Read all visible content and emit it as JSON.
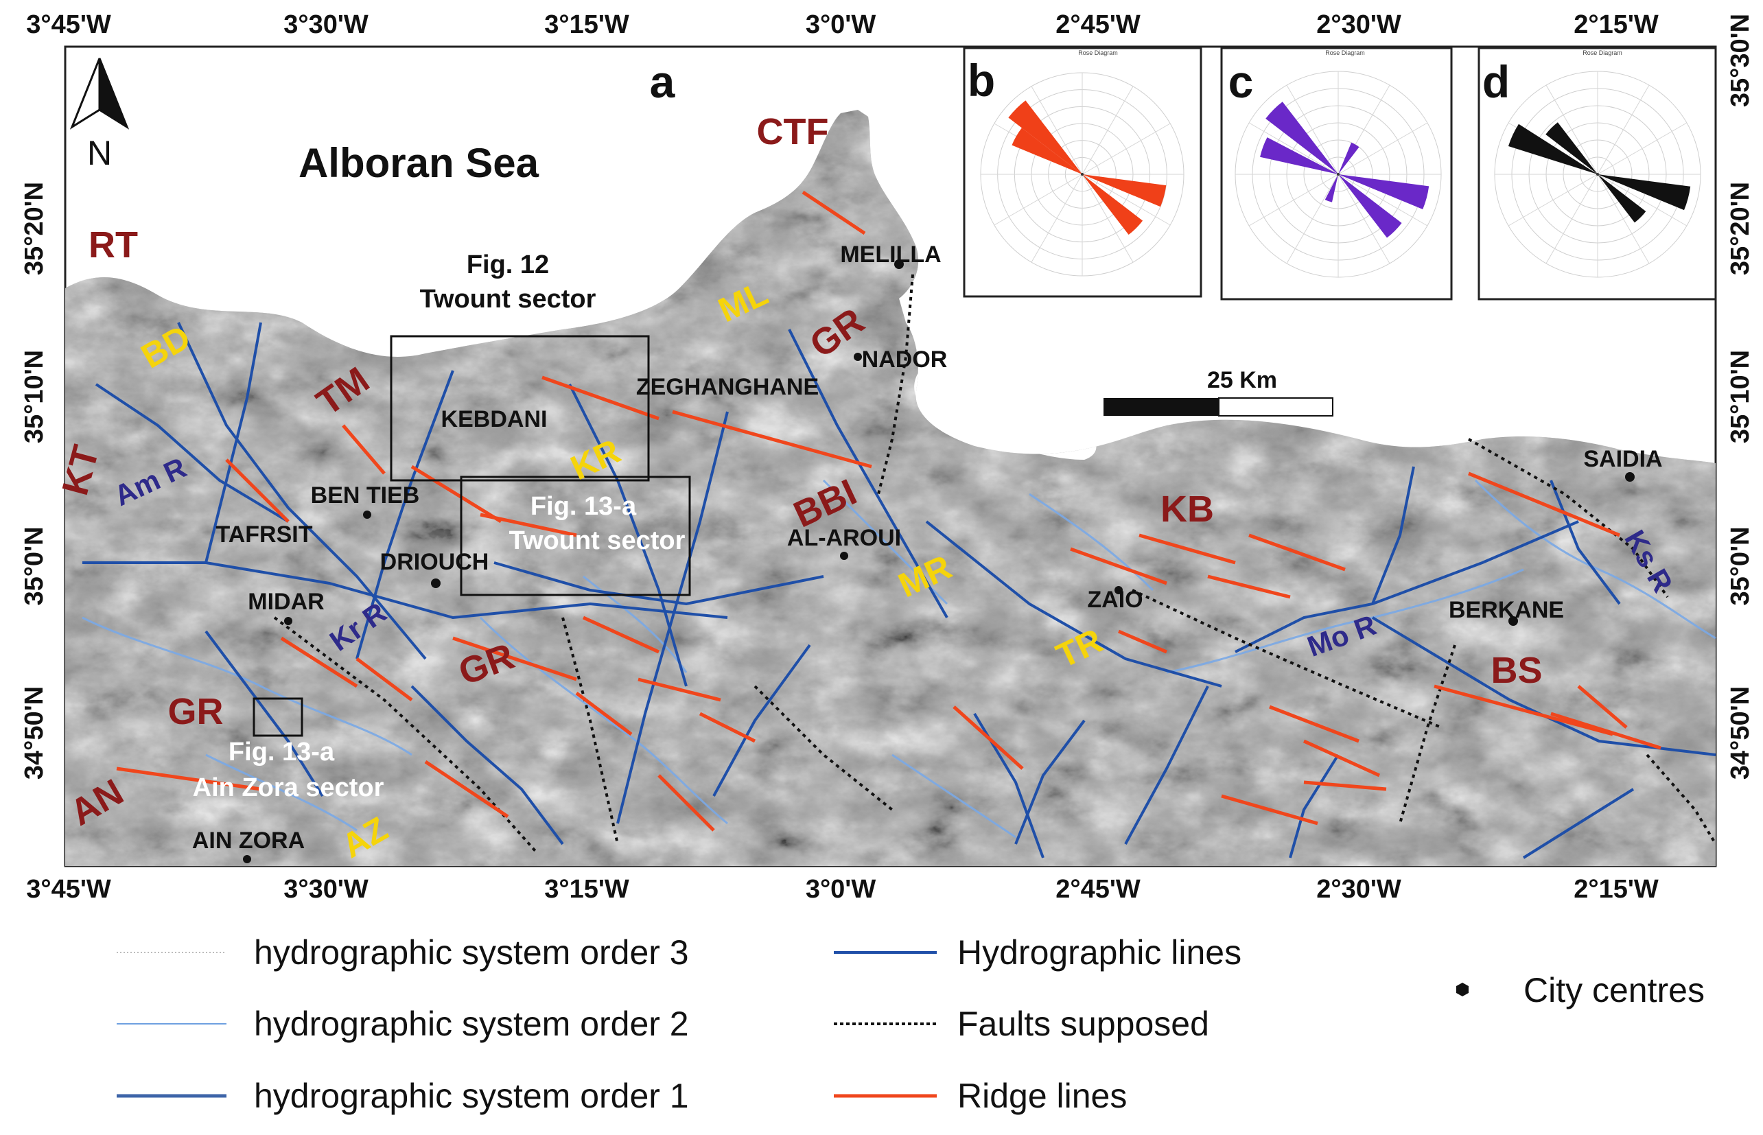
{
  "map": {
    "panel_letter": "a",
    "north_label": "N",
    "sea_label": "Alboran Sea",
    "scale_label": "25 Km",
    "longitude_ticks": [
      "3°45'W",
      "3°30'W",
      "3°15'W",
      "3°0'W",
      "2°45'W",
      "2°30'W",
      "2°15'W"
    ],
    "latitude_ticks": [
      "35°30'N",
      "35°20'N",
      "35°10'N",
      "35°0'N",
      "34°50'N"
    ],
    "figure_refs": {
      "fig12": [
        "Fig. 12",
        "Twount sector"
      ],
      "fig13_twount": [
        "Fig. 13-a",
        "Twount sector"
      ],
      "fig13_ainzora": [
        "Fig. 13-a",
        "Ain Zora sector"
      ]
    },
    "cities": [
      "MELILLA",
      "NADOR",
      "ZEGHANGHANE",
      "KEBDANI",
      "BEN TIEB",
      "TAFRSIT",
      "DRIOUCH",
      "MIDAR",
      "AL-AROUI",
      "ZAIO",
      "SAIDIA",
      "BERKANE",
      "AIN ZORA"
    ],
    "units_red": [
      "RT",
      "CTF",
      "TM",
      "KT",
      "GR",
      "GR",
      "GR",
      "AN",
      "BBI",
      "KB",
      "BS"
    ],
    "units_yellow": [
      "BD",
      "ML",
      "KR",
      "MR",
      "TR",
      "AZ"
    ],
    "rivers": [
      "Am R",
      "Kr R",
      "Mo R",
      "Ks R"
    ],
    "colors": {
      "ridge": "#f0461c",
      "hydro": "#1f4fa8",
      "hydro2": "#6ea0e0",
      "unit_red": "#8b1a1a",
      "unit_yellow": "#f5d40b",
      "rose_b": "#f04018",
      "rose_c": "#6a28c8",
      "rose_d": "#111111"
    }
  },
  "roses": {
    "title": "Rose Diagram",
    "panels": [
      {
        "letter": "b",
        "color": "#f04018",
        "scale": 24,
        "petals": [
          {
            "az": 315,
            "len": 22
          },
          {
            "az": 300,
            "len": 18
          },
          {
            "az": 105,
            "len": 20
          },
          {
            "az": 135,
            "len": 18
          }
        ]
      },
      {
        "letter": "c",
        "color": "#6a28c8",
        "scale": 18,
        "petals": [
          {
            "az": 315,
            "len": 16
          },
          {
            "az": 290,
            "len": 14
          },
          {
            "az": 105,
            "len": 16
          },
          {
            "az": 135,
            "len": 14
          },
          {
            "az": 30,
            "len": 6
          },
          {
            "az": 200,
            "len": 5
          }
        ]
      },
      {
        "letter": "d",
        "color": "#111111",
        "scale": 22,
        "petals": [
          {
            "az": 315,
            "len": 14
          },
          {
            "az": 295,
            "len": 20
          },
          {
            "az": 105,
            "len": 20
          },
          {
            "az": 135,
            "len": 13
          }
        ]
      }
    ]
  },
  "legend": {
    "items": [
      {
        "label": "hydrographic system order 3",
        "kind": "order3"
      },
      {
        "label": "hydrographic system order 2",
        "kind": "order2"
      },
      {
        "label": "hydrographic system order 1",
        "kind": "order1"
      },
      {
        "label": "Hydrographic lines",
        "kind": "hydro"
      },
      {
        "label": "Faults supposed",
        "kind": "fault"
      },
      {
        "label": "Ridge lines",
        "kind": "ridge"
      },
      {
        "label": "City centres",
        "kind": "city"
      }
    ]
  }
}
